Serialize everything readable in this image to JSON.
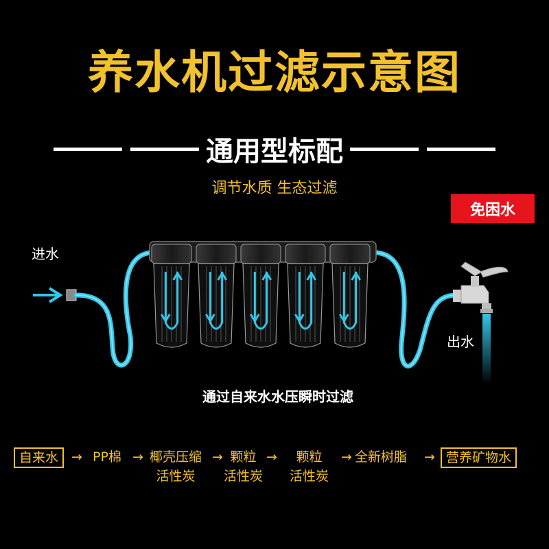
{
  "title": "养水机过滤示意图",
  "subtitle": "通用型标配",
  "tagline": "调节水质 生态过滤",
  "badge": "免困水",
  "inlet_label": "进水",
  "outlet_label": "出水",
  "caption": "通过自来水水压瞬时过滤",
  "colors": {
    "title": "#f2c12e",
    "accent": "#f2c12e",
    "badge": "#e8141c",
    "water": "#34c6e8",
    "background": "#000000"
  },
  "filter_count": 5,
  "flow": {
    "arrow": "→",
    "stages": [
      {
        "line1": "自来水",
        "line2": "",
        "boxed": true
      },
      {
        "line1": "PP棉",
        "line2": "",
        "boxed": false
      },
      {
        "line1": "椰壳压缩",
        "line2": "活性炭",
        "boxed": false
      },
      {
        "line1": "颗粒",
        "line2": "活性炭",
        "boxed": false
      },
      {
        "line1": "颗粒",
        "line2": "活性炭",
        "boxed": false
      },
      {
        "line1": "全新树脂",
        "line2": "",
        "boxed": false
      },
      {
        "line1": "营养矿物水",
        "line2": "",
        "boxed": true
      }
    ]
  }
}
